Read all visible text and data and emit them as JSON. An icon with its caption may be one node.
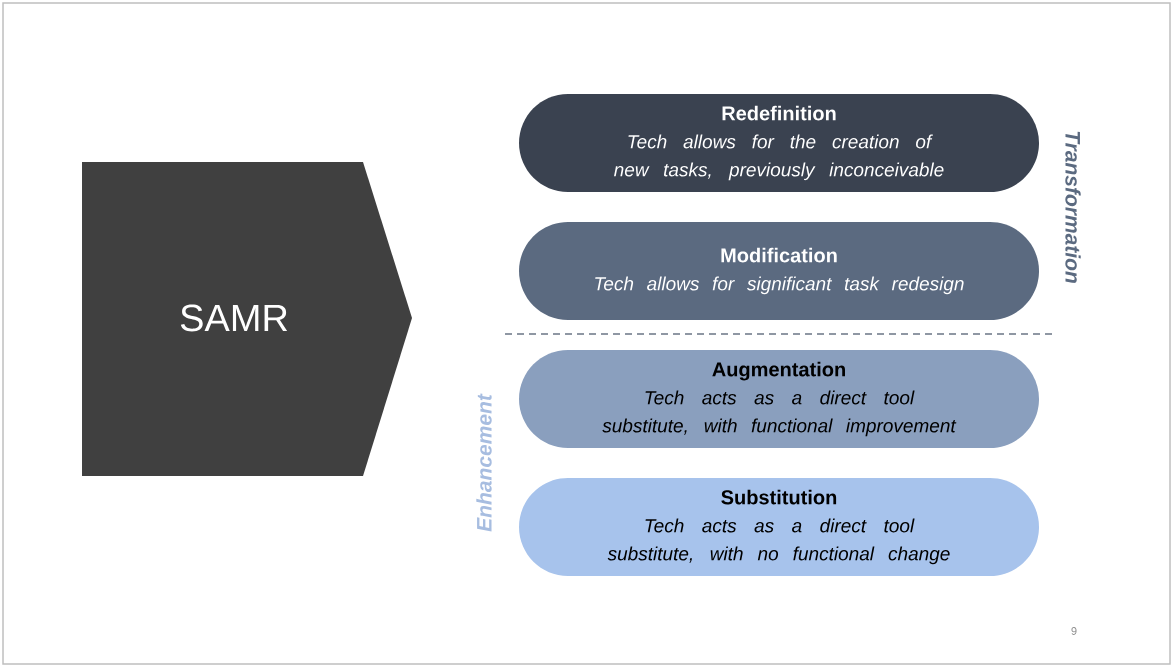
{
  "diagram": {
    "nodes": [
      {
        "text": [
          "SAMR"
        ]
      },
      {
        "text": [
          "Redefinition",
          "Tech allows for the creation of new tasks, previously inconceivable"
        ]
      },
      {
        "text": [
          "Modification",
          "Tech allows for significant task redesign"
        ]
      },
      {
        "text": [
          "Augmentation",
          "Tech acts as a direct tool substitute, with functional improvement"
        ]
      },
      {
        "text": [
          "Substitution",
          "Tech acts as a direct tool substitute, with no functional change"
        ]
      }
    ],
    "labels": [
      "Transformation",
      "Enhancement",
      "9"
    ]
  }
}
